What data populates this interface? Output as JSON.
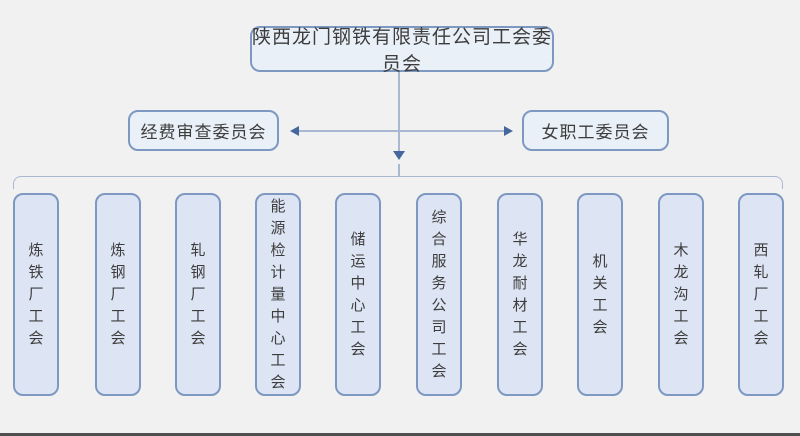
{
  "org_chart": {
    "root": {
      "label": "陕西龙门钢铁有限责任公司工会委员会"
    },
    "committees": [
      {
        "label": "经费审查委员会"
      },
      {
        "label": "女职工委员会"
      }
    ],
    "branch_unions": [
      {
        "label": "炼铁厂工会"
      },
      {
        "label": "炼钢厂工会"
      },
      {
        "label": "轧钢厂工会"
      },
      {
        "label": "能源检计量中心工会"
      },
      {
        "label": "储运中心工会"
      },
      {
        "label": "综合服务公司工会"
      },
      {
        "label": "华龙耐材工会"
      },
      {
        "label": "机关工会"
      },
      {
        "label": "木龙沟工会"
      },
      {
        "label": "西轧厂工会"
      }
    ],
    "colors": {
      "background": "#f1f1f2",
      "node_fill": "#eaf0f8",
      "branch_node_fill": "#dde5f4",
      "node_border": "#7d98c1",
      "connector_line": "#a9b7d2",
      "arrowhead": "#46679e",
      "text": "#3d3d3d"
    }
  }
}
